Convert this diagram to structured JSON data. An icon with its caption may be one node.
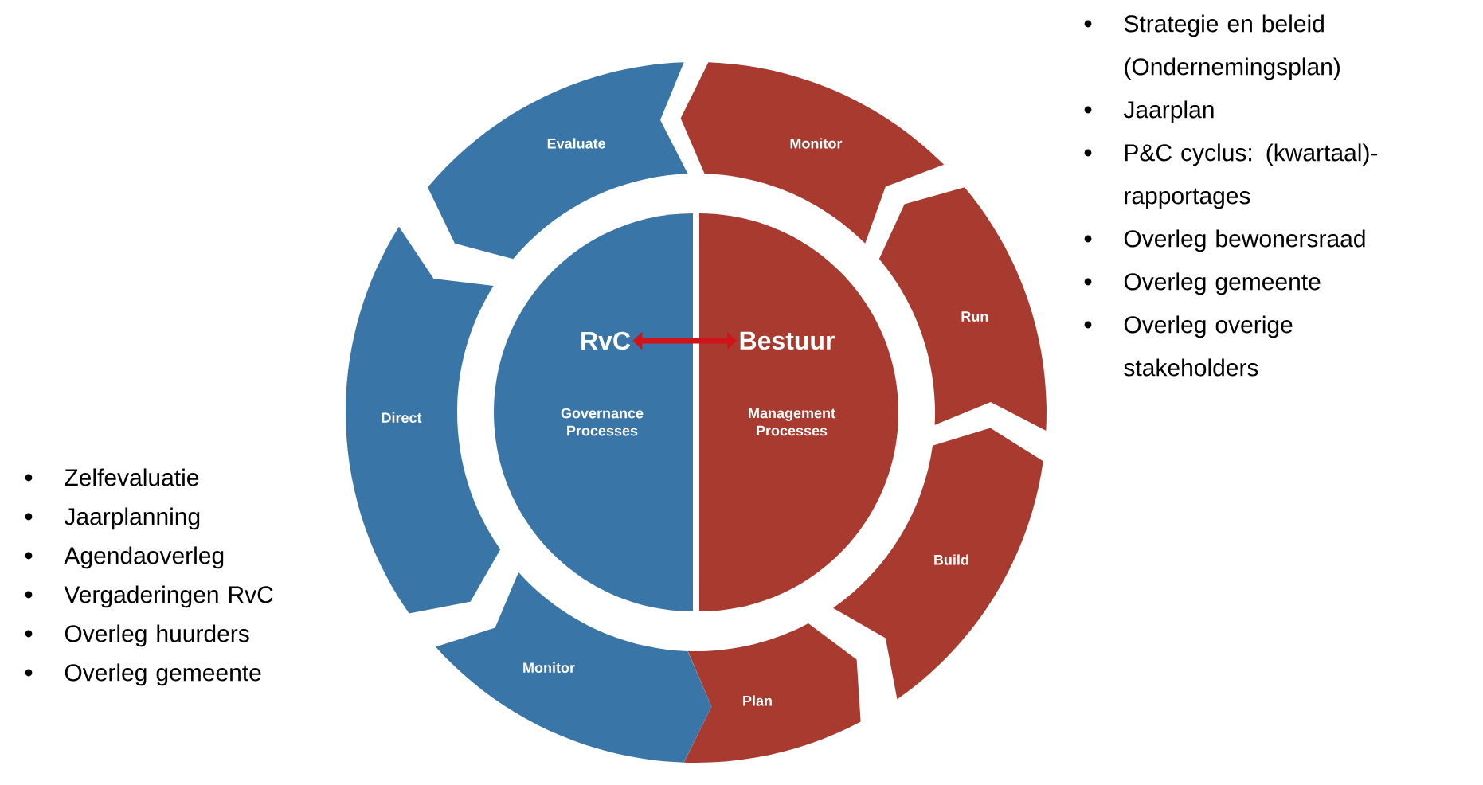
{
  "diagram": {
    "nodes": [
      {
        "text": [
          "Governance Processes"
        ]
      },
      {
        "text": [
          "RvC"
        ],
        "in": 0
      },
      {
        "text": [
          "Management Processes"
        ]
      },
      {
        "text": [
          "Bestuur"
        ],
        "in": 2
      },
      {
        "text": [
          "Evaluate"
        ]
      },
      {
        "text": [
          "Monitor"
        ]
      },
      {
        "text": [
          "Run"
        ]
      },
      {
        "text": [
          "Direct"
        ]
      },
      {
        "text": [
          "Build"
        ]
      },
      {
        "text": [
          "Monitor"
        ]
      },
      {
        "text": [
          "Plan"
        ]
      }
    ],
    "edges": [
      {
        "from": 1,
        "to": 3,
        "arrow": "both"
      }
    ],
    "labels": [
      "Strategie en beleid (Ondernemingsplan)",
      "Jaarplan",
      "P&C cyclus: (kwartaal)-rapportages",
      "Overleg bewonersraad",
      "Overleg gemeente",
      "Overleg overige stakeholders",
      "Zelfevaluatie",
      "Jaarplanning",
      "Agendaoverleg",
      "Vergaderingen RvC",
      "Overleg huurders",
      "Overleg gemeente"
    ]
  }
}
